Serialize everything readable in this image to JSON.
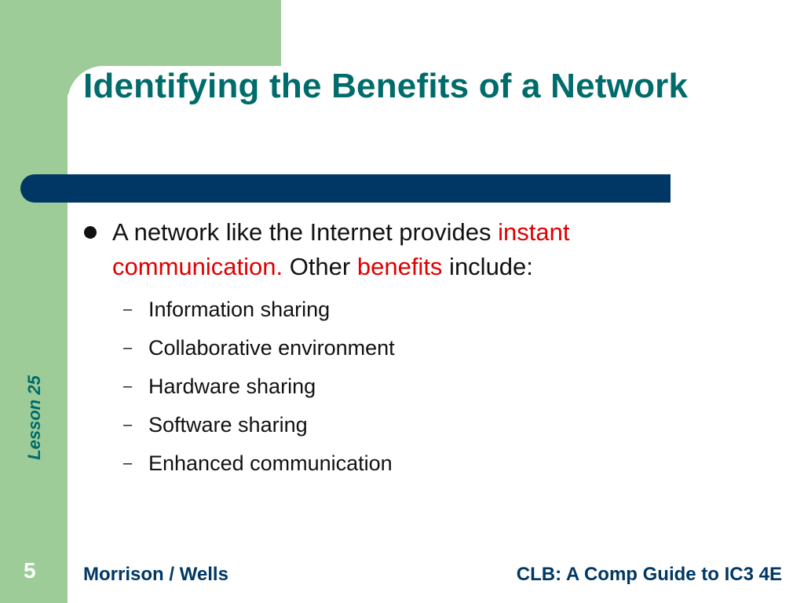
{
  "slide": {
    "title": "Identifying the Benefits of a Network",
    "main_bullet": {
      "part1": "A network like the Internet provides ",
      "highlight1": "instant communication.",
      "part2": " Other ",
      "highlight2": "benefits",
      "part3": " include:"
    },
    "sub_items": [
      "Information sharing",
      "Collaborative environment",
      "Hardware sharing",
      "Software sharing",
      "Enhanced communication"
    ],
    "lesson_label": "Lesson 25",
    "page_number": "5",
    "footer_left": "Morrison / Wells",
    "footer_right": "CLB: A Comp Guide to IC3 4E"
  },
  "colors": {
    "sidebar_green": "#9dcc98",
    "title_teal": "#006b6b",
    "rule_navy": "#003764",
    "highlight_red": "#e00000"
  }
}
